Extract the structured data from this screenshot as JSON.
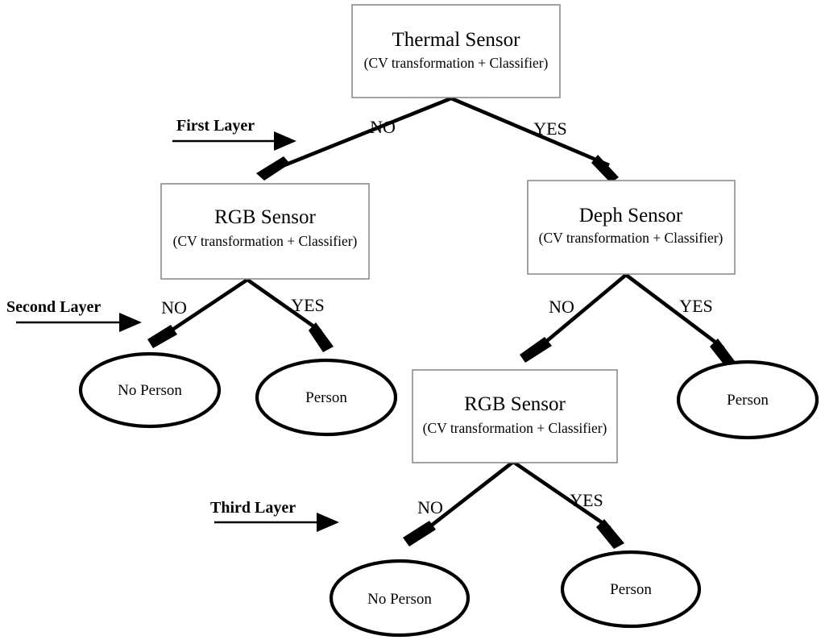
{
  "diagram": {
    "title": "Multi-layer sensor decision tree",
    "background_color": "#ffffff",
    "box_border_color": "#8c8c8c",
    "ellipse_border_color": "#000000",
    "edge_color": "#000000",
    "text_color": "#000000"
  },
  "layer_markers": [
    {
      "id": "first",
      "label": "First Layer"
    },
    {
      "id": "second",
      "label": "Second Layer"
    },
    {
      "id": "third",
      "label": "Third Layer"
    }
  ],
  "nodes": {
    "thermal_sensor": {
      "title": "Thermal Sensor",
      "subtitle": "(CV transformation + Classifier)"
    },
    "rgb_sensor_l2": {
      "title": "RGB Sensor",
      "subtitle": "(CV transformation + Classifier)"
    },
    "deph_sensor_l2": {
      "title": "Deph Sensor",
      "subtitle": "(CV transformation + Classifier)"
    },
    "rgb_sensor_l3": {
      "title": "RGB Sensor",
      "subtitle": "(CV transformation + Classifier)"
    },
    "no_person_left": {
      "label": "No Person"
    },
    "person_left": {
      "label": "Person"
    },
    "person_right": {
      "label": "Person"
    },
    "no_person_bottom": {
      "label": "No Person"
    },
    "person_bottom": {
      "label": "Person"
    }
  },
  "edge_labels": {
    "thermal_no": "NO",
    "thermal_yes": "YES",
    "rgb_l2_no": "NO",
    "rgb_l2_yes": "YES",
    "deph_no": "NO",
    "deph_yes": "YES",
    "rgb_l3_no": "NO",
    "rgb_l3_yes": "YES"
  }
}
